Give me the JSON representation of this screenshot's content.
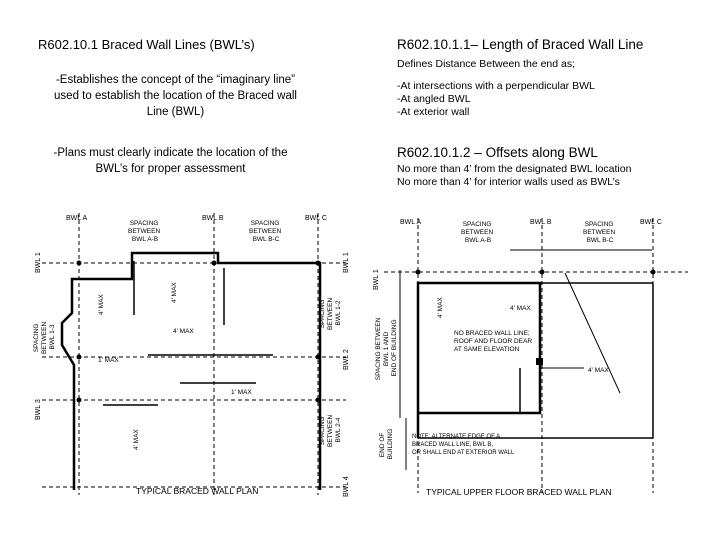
{
  "left": {
    "heading": "R602.10.1 Braced Wall Lines (BWL’s)",
    "para1": [
      "-Establishes the concept of the “imaginary line”",
      "used to establish the location of the Braced wall",
      "Line (BWL)"
    ],
    "para2": [
      "-Plans must clearly indicate the location of the",
      "BWL’s for proper assessment"
    ]
  },
  "right": {
    "heading1": "R602.10.1.1– Length of Braced Wall Line",
    "defines": "Defines Distance Between the end as;",
    "bullets": [
      "-At intersections with a perpendicular BWL",
      "-At angled BWL",
      "-At exterior wall"
    ],
    "heading2": "R602.10.1.2 – Offsets along BWL",
    "offsets": [
      "No more than 4’ from the designated BWL location",
      "No more than 4’ for interior walls used as BWL’s"
    ]
  },
  "fig1": {
    "caption": "TYPICAL BRACED WALL PLAN",
    "bwl_a": "BWL A",
    "bwl_b": "BWL B",
    "bwl_c": "BWL C",
    "spacing_ab": [
      "SPACING",
      "BETWEEN",
      "BWL A-B"
    ],
    "spacing_bc": [
      "SPACING",
      "BETWEEN",
      "BWL B-C"
    ],
    "bwl_1": "BWL 1",
    "bwl_2": "BWL 2",
    "bwl_3": "BWL 3",
    "bwl_4": "BWL 4",
    "spacing_12": [
      "SPACING",
      "BETWEEN",
      "BWL 1-2"
    ],
    "spacing_13": [
      "SPACING",
      "BETWEEN",
      "BWL 1-3"
    ],
    "spacing_24": [
      "SPACING",
      "BETWEEN",
      "BWL 2-4"
    ],
    "max4": "4' MAX",
    "max1": "1' MAX"
  },
  "fig2": {
    "caption": "TYPICAL UPPER FLOOR BRACED WALL PLAN",
    "bwl_a": "BWL A",
    "bwl_b": "BWL B",
    "bwl_c": "BWL C",
    "spacing_ab": [
      "SPACING",
      "BETWEEN",
      "BWL A-B"
    ],
    "spacing_bc": [
      "SPACING",
      "BETWEEN",
      "BWL B-C"
    ],
    "bwl_1": "BWL 1",
    "spacing_side": [
      "SPACING BETWEEN",
      "BWL 1 AND",
      "END OF BUILDING"
    ],
    "end_building": [
      "END OF",
      "BUILDING"
    ],
    "max4": "4' MAX",
    "no_braced": [
      "NO BRACED WALL LINE;",
      "ROOF AND FLOOR DEAR",
      "AT SAME ELEVATION"
    ],
    "note": [
      "NOTE: ALTERNATE EDGE OF A",
      "BRACED WALL LINE, BWL B,",
      "OR SHALL END AT EXTERIOR WALL"
    ]
  }
}
